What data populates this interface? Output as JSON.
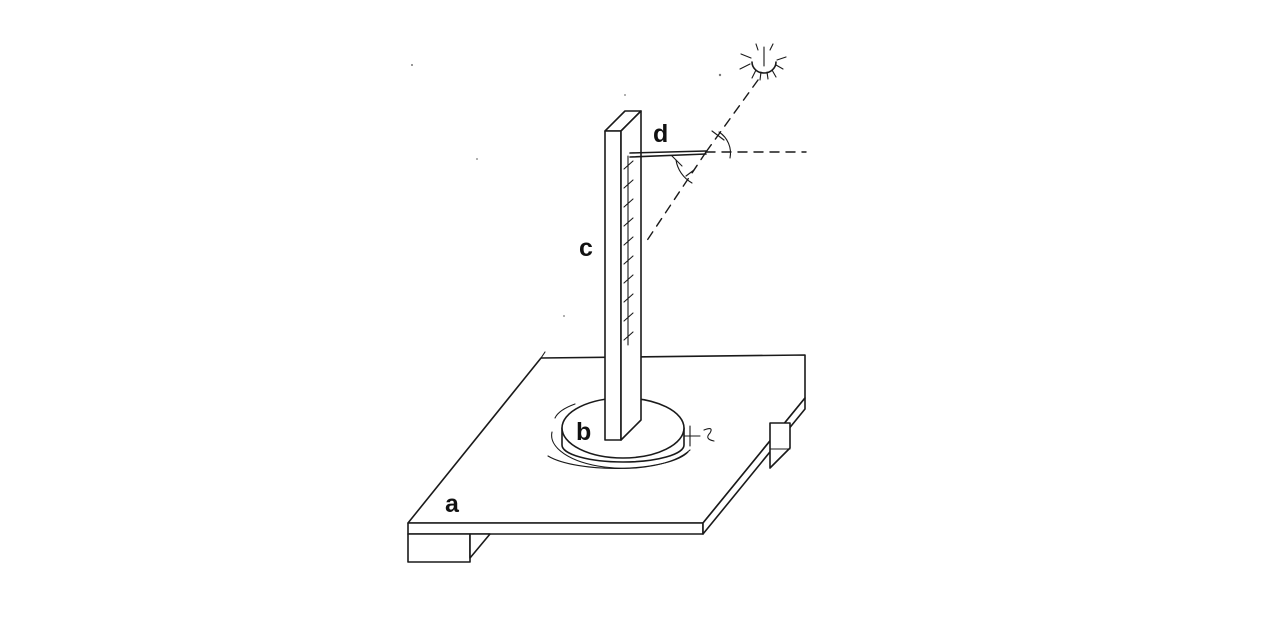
{
  "labels": {
    "a": "a",
    "b": "b",
    "c": "c",
    "d": "d"
  },
  "icons": {
    "sun": "sun-icon"
  }
}
